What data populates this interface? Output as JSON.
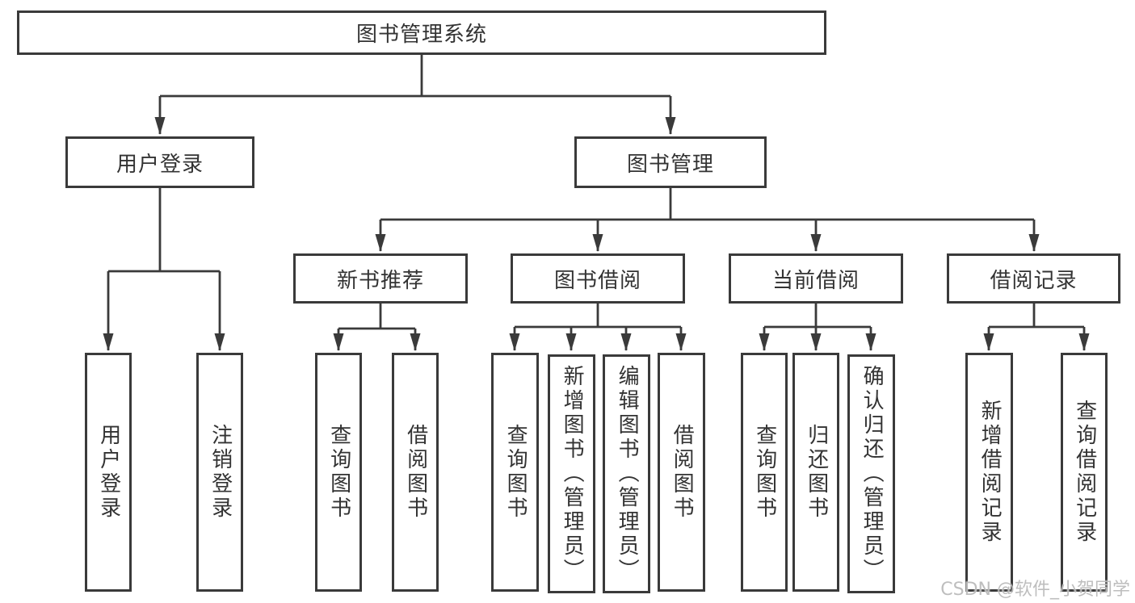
{
  "diagram": {
    "type": "tree",
    "direction": "top-down"
  },
  "tree": {
    "label": "图书管理系统",
    "children": [
      {
        "label": "用户登录",
        "children": [
          {
            "label": "用户登录"
          },
          {
            "label": "注销登录"
          }
        ]
      },
      {
        "label": "图书管理",
        "children": [
          {
            "label": "新书推荐",
            "children": [
              {
                "label": "查询图书"
              },
              {
                "label": "借阅图书"
              }
            ]
          },
          {
            "label": "图书借阅",
            "children": [
              {
                "label": "查询图书"
              },
              {
                "label": "新增图书（管理员）"
              },
              {
                "label": "编辑图书（管理员）"
              },
              {
                "label": "借阅图书"
              }
            ]
          },
          {
            "label": "当前借阅",
            "children": [
              {
                "label": "查询图书"
              },
              {
                "label": "归还图书"
              },
              {
                "label": "确认归还（管理员）"
              }
            ]
          },
          {
            "label": "借阅记录",
            "children": [
              {
                "label": "新增借阅记录"
              },
              {
                "label": "查询借阅记录"
              }
            ]
          }
        ]
      }
    ]
  },
  "watermark": {
    "text": "CSDN @软件_小贺同学"
  },
  "colors": {
    "background": "#ffffff",
    "line": "#3a3a3a",
    "box_border": "#3a3a3a",
    "text": "#333333",
    "watermark": "#bababa"
  }
}
